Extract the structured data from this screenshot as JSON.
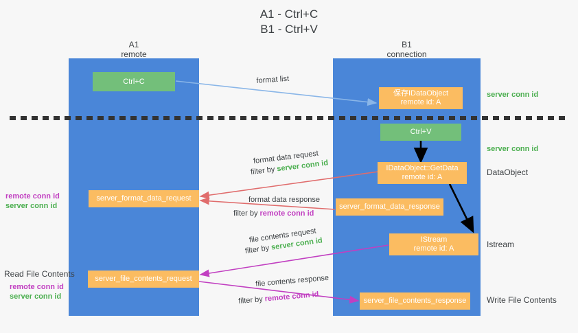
{
  "title": {
    "line1": "A1 - Ctrl+C",
    "line2": "B1 - Ctrl+V"
  },
  "lanes": [
    {
      "name": "A1",
      "role": "remote"
    },
    {
      "name": "B1",
      "role": "connection"
    }
  ],
  "boxes": {
    "ctrl_c": "Ctrl+C",
    "ctrl_v": "Ctrl+V",
    "save_idataobject_l1": "保存IDataObject",
    "save_idataobject_l2": "remote id: A",
    "getdata_l1": "IDataObject::GetData",
    "getdata_l2": "remote id: A",
    "istream_l1": "IStream",
    "istream_l2": "remote id: A",
    "server_format_data_request": "server_format_data_request",
    "server_format_data_response": "server_format_data_response",
    "server_file_contents_request": "server_file_contents_request",
    "server_file_contents_response": "server_file_contents_response"
  },
  "arrow_labels": {
    "format_list": "format list",
    "format_data_request": "format data request",
    "format_data_request_filter_prefix": "filter by ",
    "format_data_request_filter_value": "server conn id",
    "format_data_response": "format data response",
    "format_data_response_filter_prefix": "filter by ",
    "format_data_response_filter_value": "remote conn id",
    "file_contents_request": "file contents request",
    "file_contents_request_filter_prefix": "filter by ",
    "file_contents_request_filter_value": "server conn id",
    "file_contents_response": "file contents response",
    "file_contents_response_filter_prefix": "filter by ",
    "file_contents_response_filter_value": "remote conn id"
  },
  "right_annotations": {
    "server_conn_id_top": "server conn id",
    "server_conn_id_mid": "server conn id",
    "data_object": "DataObject",
    "istream": "Istream",
    "write_file_contents": "Write File Contents"
  },
  "left_annotations": {
    "remote_conn_id_1": "remote conn id",
    "server_conn_id_1": "server conn id",
    "read_file_contents": "Read File Contents",
    "remote_conn_id_2": "remote conn id",
    "server_conn_id_2": "server conn id"
  },
  "colors": {
    "lane": "#4a86d8",
    "green_box": "#73bf7a",
    "orange_box": "#fbbc61",
    "background": "#f7f7f7",
    "arrow_blue": "#8ab6e8",
    "arrow_red": "#e06c6c",
    "arrow_magenta": "#c13fc1",
    "arrow_black": "#000000",
    "server_conn_id": "#4caf50",
    "remote_conn_id": "#c13fc1",
    "separator": "#333333"
  }
}
